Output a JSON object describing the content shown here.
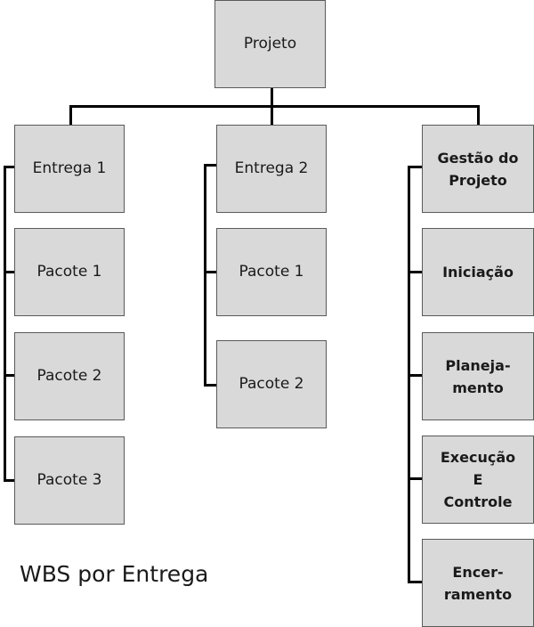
{
  "root": {
    "label": "Projeto"
  },
  "branches": {
    "entrega1": {
      "label": "Entrega 1",
      "children": [
        "Pacote 1",
        "Pacote 2",
        "Pacote 3"
      ]
    },
    "entrega2": {
      "label": "Entrega 2",
      "children": [
        "Pacote 1",
        "Pacote 2"
      ]
    },
    "gestao": {
      "label": "Gestão do\nProjeto",
      "children": [
        "Iniciação",
        "Planeja-\nmento",
        "Execução\nE\nControle",
        "Encer-\nramento"
      ]
    }
  },
  "caption": "WBS por Entrega"
}
